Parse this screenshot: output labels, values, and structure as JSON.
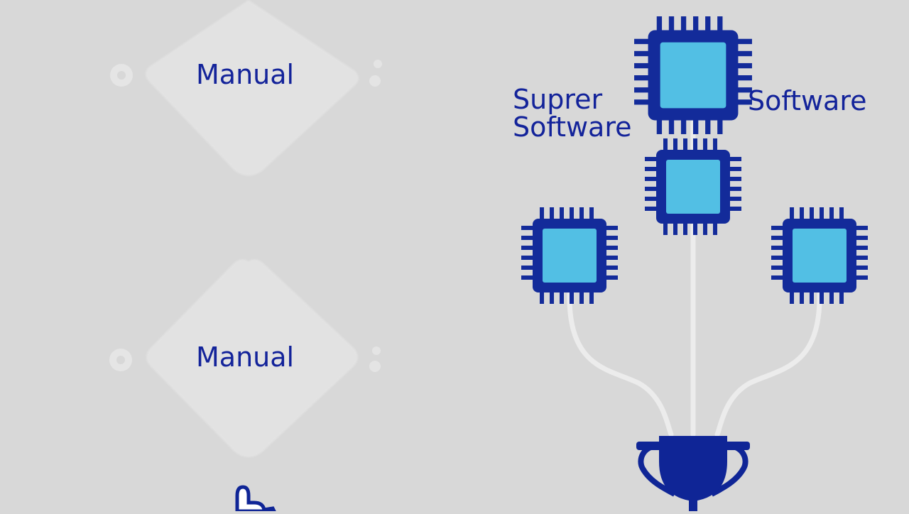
{
  "labels": {
    "manual_top": "Manual",
    "manual_bottom": "Manual",
    "super_software_line1": "Suprer",
    "super_software_line2": "Software",
    "software": "Software"
  },
  "icons": [
    "diamond-shape",
    "circle-dot-icon",
    "chip-icon",
    "trophy-icon",
    "hand-pointer-icon"
  ],
  "colors": {
    "background": "#d8d8d8",
    "diamond": "#e4e4e4",
    "chip_outline": "#132b9a",
    "chip_fill": "#52bfe4",
    "text": "#13239a",
    "connector": "#ececec",
    "trophy": "#0f2596"
  }
}
